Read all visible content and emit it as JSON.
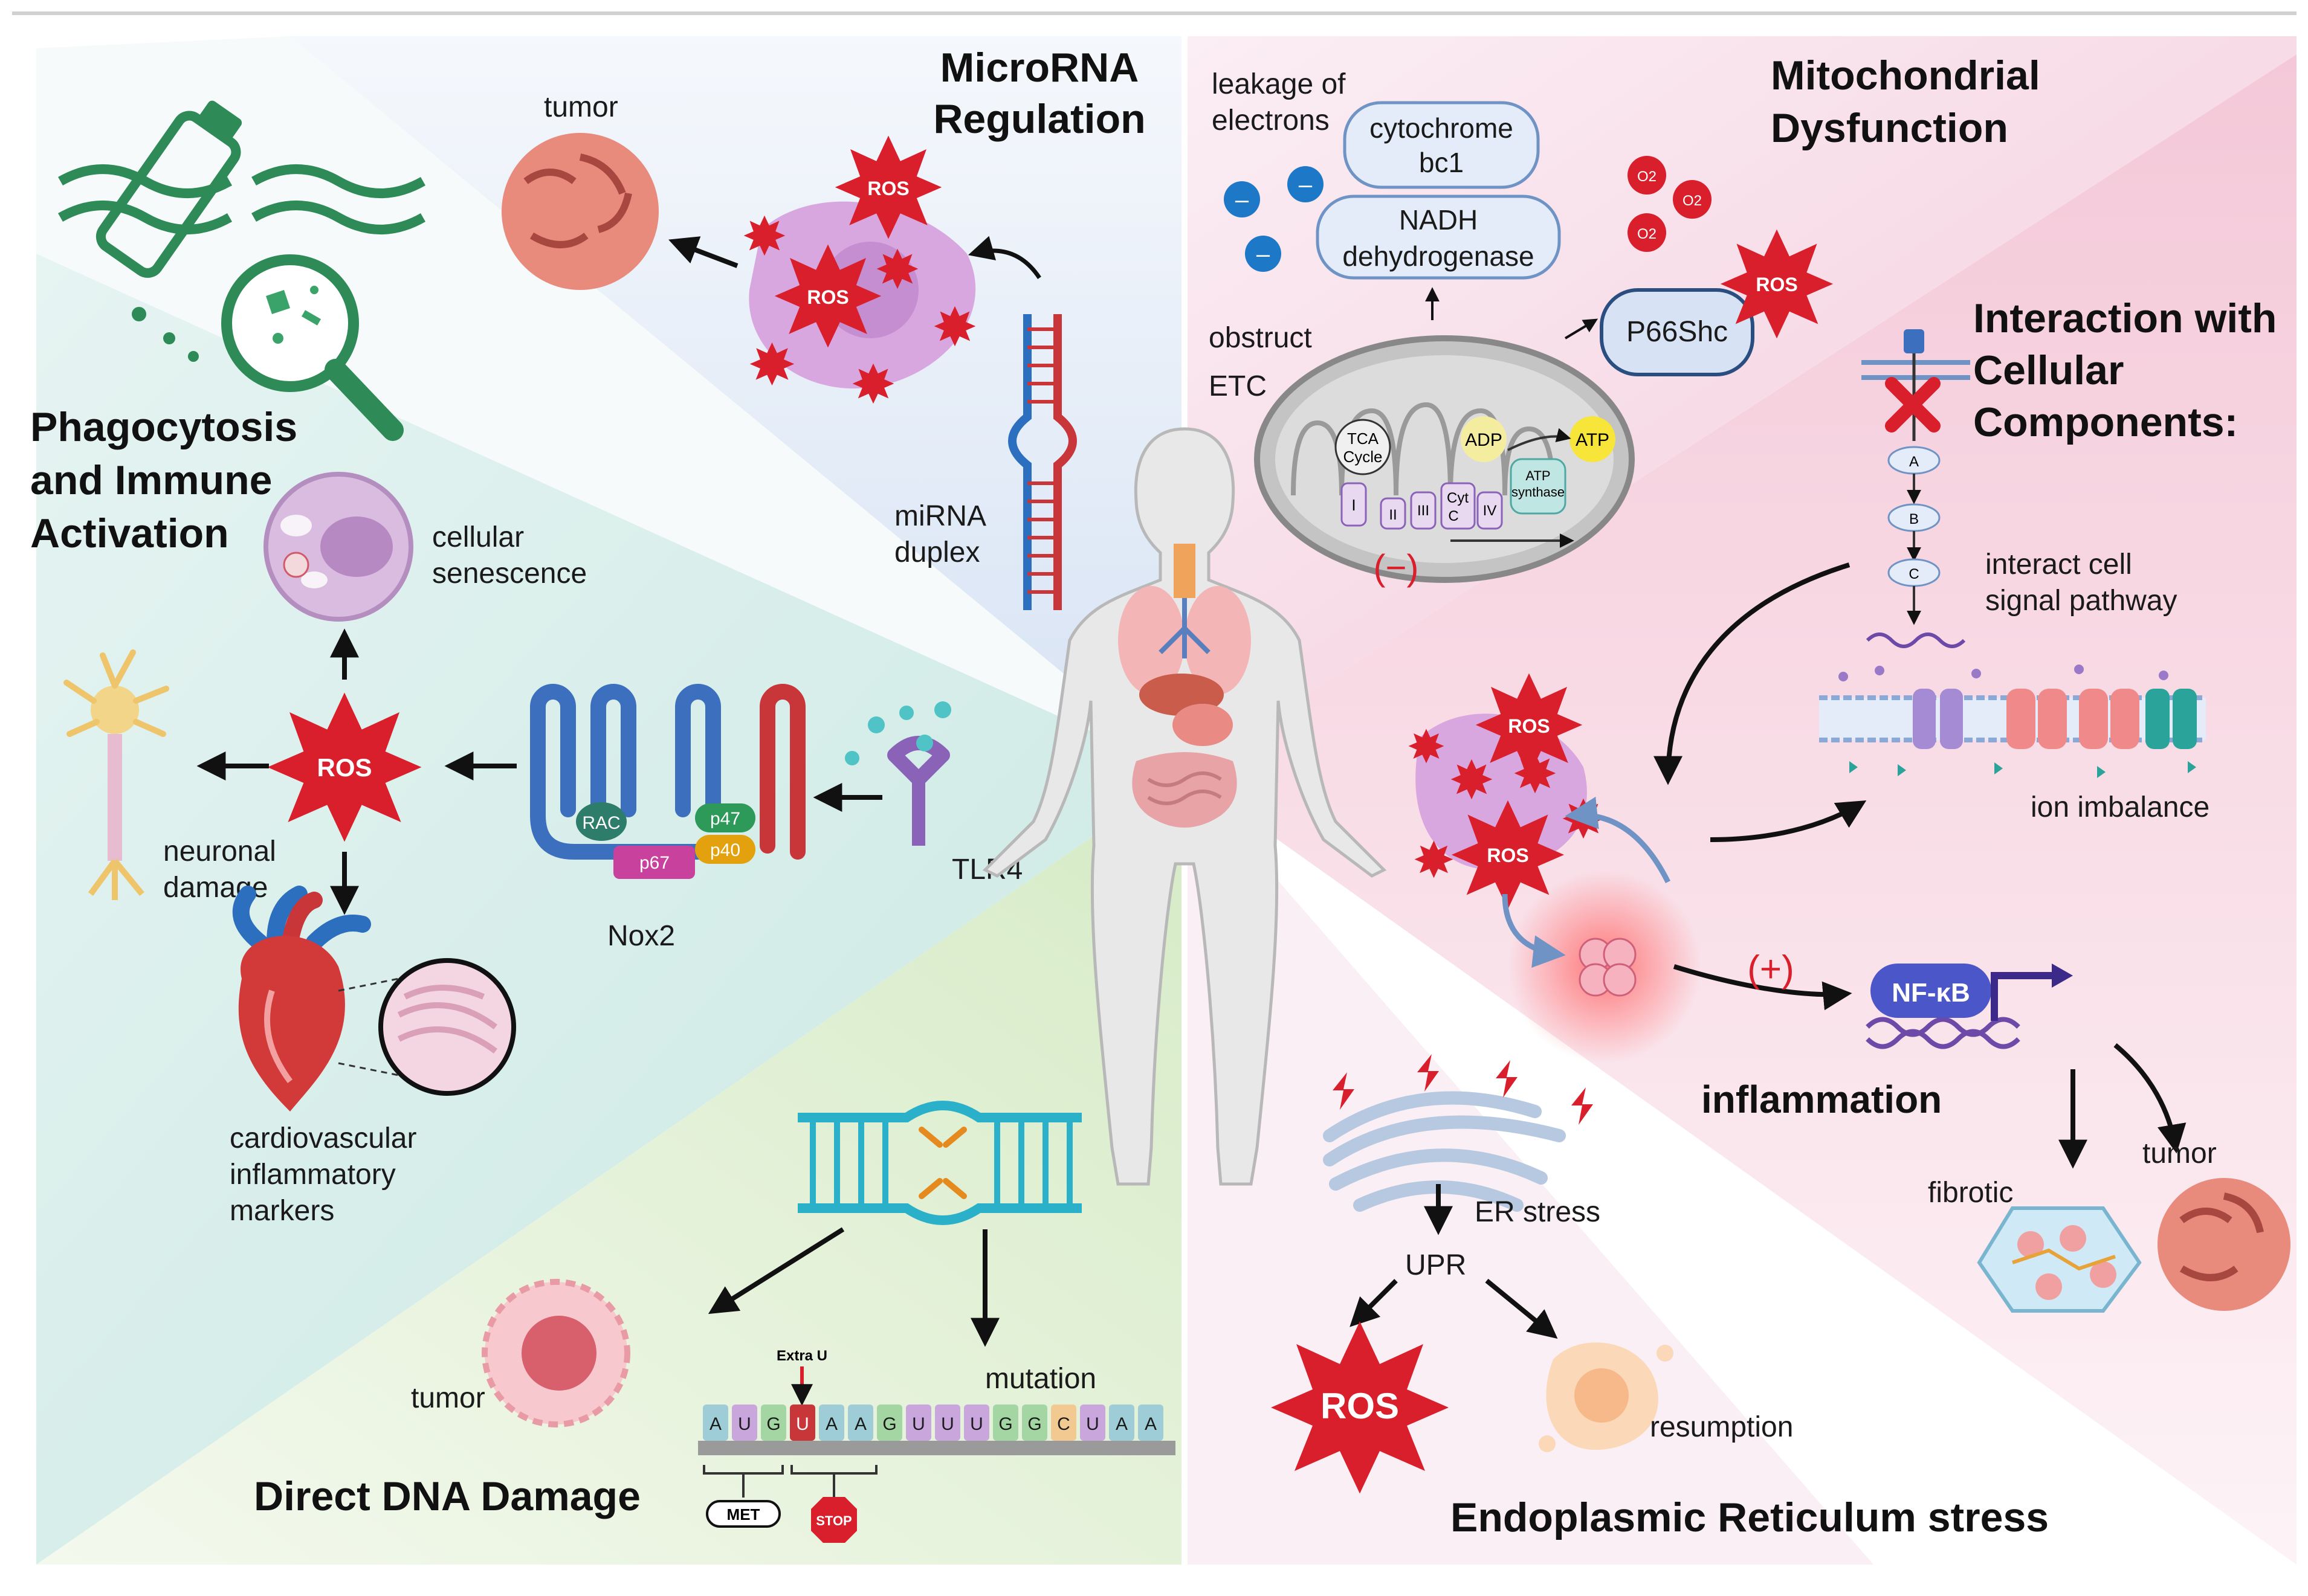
{
  "sections": {
    "microrna": [
      "MicroRNA",
      "Regulation"
    ],
    "mito": [
      "Mitochondrial",
      "Dysfunction"
    ],
    "interaction": [
      "Interaction with",
      "Cellular",
      "Components:"
    ],
    "phago": [
      "Phagocytosis",
      "and Immune",
      "Activation"
    ],
    "dna": "Direct DNA Damage",
    "er": "Endoplasmic Reticulum stress"
  },
  "labels": {
    "tumor": "tumor",
    "ros": "ROS",
    "o2": "O2",
    "mirna_duplex": [
      "miRNA",
      "duplex"
    ],
    "leakage": [
      "leakage of",
      "electrons"
    ],
    "cytochrome": [
      "cytochrome",
      "bc1"
    ],
    "nadh": [
      "NADH",
      "dehydrogenase"
    ],
    "obstruct": [
      "obstruct",
      "ETC"
    ],
    "p66shc": "P66Shc",
    "tca": [
      "TCA",
      "Cycle"
    ],
    "adp": "ADP",
    "atp": "ATP",
    "atp_synthase": [
      "ATP",
      "synthase"
    ],
    "complex_i": "I",
    "complex_ii": "II",
    "complex_iii": "III",
    "complex_iv": "IV",
    "cyt_c": [
      "Cyt",
      "C"
    ],
    "minus": "(−)",
    "plus": "(+)",
    "senescence": [
      "cellular",
      "senescence"
    ],
    "neuronal": [
      "neuronal",
      "damage"
    ],
    "cardio": [
      "cardiovascular",
      "inflammatory",
      "markers"
    ],
    "tlr4": "TLR4",
    "nox2": "Nox2",
    "rac": "RAC",
    "p47": "p47",
    "p40": "p40",
    "p67": "p67",
    "pathway_a": "A",
    "pathway_b": "B",
    "pathway_c": "C",
    "interact_pathway": [
      "interact cell",
      "signal pathway"
    ],
    "ion_imbalance": "ion imbalance",
    "nfkb": "NF-κB",
    "inflammation": "inflammation",
    "fibrotic": "fibrotic",
    "er_stress": "ER stress",
    "upr": "UPR",
    "resumption": "resumption",
    "mutation": "mutation",
    "extra_u": "Extra U",
    "met": "MET",
    "stop": "STOP"
  },
  "rna_sequence": [
    "A",
    "U",
    "G",
    "U",
    "A",
    "A",
    "G",
    "U",
    "U",
    "U",
    "G",
    "G",
    "C",
    "U",
    "A",
    "A"
  ],
  "colors": {
    "ros_red": "#d81f2b",
    "blue_section": "#dfe8f6",
    "pink_section": "#f8dbe6",
    "teal_section": "#d5eee9",
    "green_section": "#e4f1da",
    "nox_blue": "#3d6fbf",
    "nox_red": "#c8363a"
  }
}
